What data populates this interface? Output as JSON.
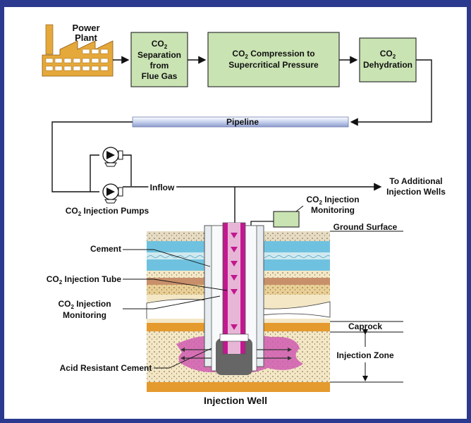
{
  "boxes": {
    "separation": {
      "line1": "CO",
      "sub": "2",
      "line2": "Separation",
      "line3": "from",
      "line4": "Flue Gas"
    },
    "compression": {
      "pre": "CO",
      "sub": "2",
      "post": " Compression to",
      "line2": "Supercritical Pressure"
    },
    "dehydration": {
      "line1": "CO",
      "sub": "2",
      "line2": "Dehydration"
    }
  },
  "labels": {
    "power_plant_1": "Power",
    "power_plant_2": "Plant",
    "pipeline": "Pipeline",
    "inflow": "Inflow",
    "to_additional_1": "To Additional",
    "to_additional_2": "Injection Wells",
    "pumps_pre": "CO",
    "pumps_sub": "2",
    "pumps_post": " Injection Pumps",
    "monitor_top_pre": "CO",
    "monitor_top_sub": "2",
    "monitor_top_post": " Injection",
    "monitor_top_2": "Monitoring",
    "ground_surface": "Ground Surface",
    "cement": "Cement",
    "tube_pre": "CO",
    "tube_sub": "2",
    "tube_post": " Injection Tube",
    "monitoring2_pre": "CO",
    "monitoring2_sub": "2",
    "monitoring2_post": " Injection",
    "monitoring2_2": "Monitoring",
    "caprock": "Caprock",
    "injection_zone": "Injection Zone",
    "acid_cement": "Acid Resistant Cement",
    "injection_well": "Injection Well"
  },
  "colors": {
    "frame": "#2b3a8e",
    "box_fill": "#c9e3b2",
    "plant": "#e5a83a",
    "co2_pink": "#c2188f",
    "layer_blue": "#6fc2df",
    "layer_light": "#cfe9ef",
    "layer_tan": "#e9cf95",
    "layer_orange": "#e59a2d",
    "layer_brown": "#c8906a"
  }
}
